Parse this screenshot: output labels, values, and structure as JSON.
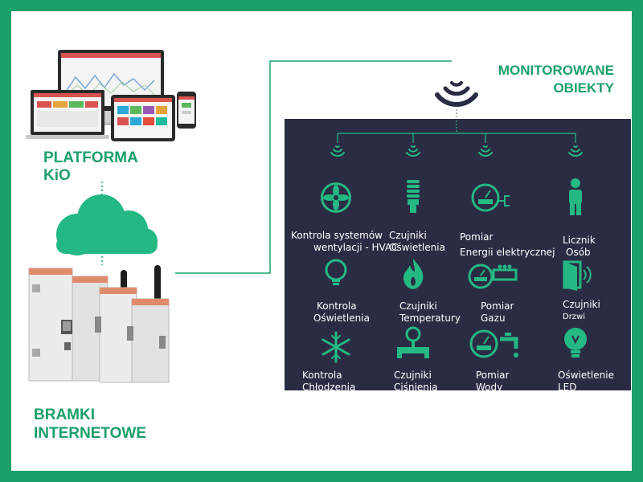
{
  "colors": {
    "accent": "#1aa069",
    "panel": "#2a2c44",
    "icon": "#24b883",
    "text": "#ffffff"
  },
  "platform": {
    "line1": "PLATFORMA",
    "line2": "KiO"
  },
  "gateways": {
    "line1": "BRAMKI",
    "line2": "INTERNETOWE"
  },
  "monitored": {
    "line1": "MONITOROWANE",
    "line2": "OBIEKTY"
  },
  "sensors": [
    {
      "icon": "fan-icon",
      "line1": "Kontrola systemów",
      "line2": "wentylacji - HVAC"
    },
    {
      "icon": "energy-saving-bulb-icon",
      "line1": "Czujniki",
      "line2": "Oświetlenia"
    },
    {
      "icon": "electric-meter-icon",
      "line1": "Pomiar",
      "line2": "Energii elektrycznej"
    },
    {
      "icon": "person-icon",
      "line1": "Licznik",
      "line2": "Osób"
    },
    {
      "icon": "light-bulb-icon",
      "line1": "Kontrola",
      "line2": "Oświetlenia"
    },
    {
      "icon": "flame-icon",
      "line1": "Czujniki",
      "line2": "Temperatury"
    },
    {
      "icon": "gas-meter-icon",
      "line1": "Pomiar",
      "line2": "Gazu"
    },
    {
      "icon": "door-icon",
      "line1": "Czujniki",
      "line2": "Drzwi"
    },
    {
      "icon": "snowflake-icon",
      "line1": "Kontrola",
      "line2": "Chłodzenia"
    },
    {
      "icon": "pressure-gauge-icon",
      "line1": "Czujniki",
      "line2": "Ciśnienia"
    },
    {
      "icon": "water-meter-icon",
      "line1": "Pomiar",
      "line2": "Wody"
    },
    {
      "icon": "led-bulb-icon",
      "line1": "Oświetlenie",
      "line2": "LED"
    }
  ]
}
